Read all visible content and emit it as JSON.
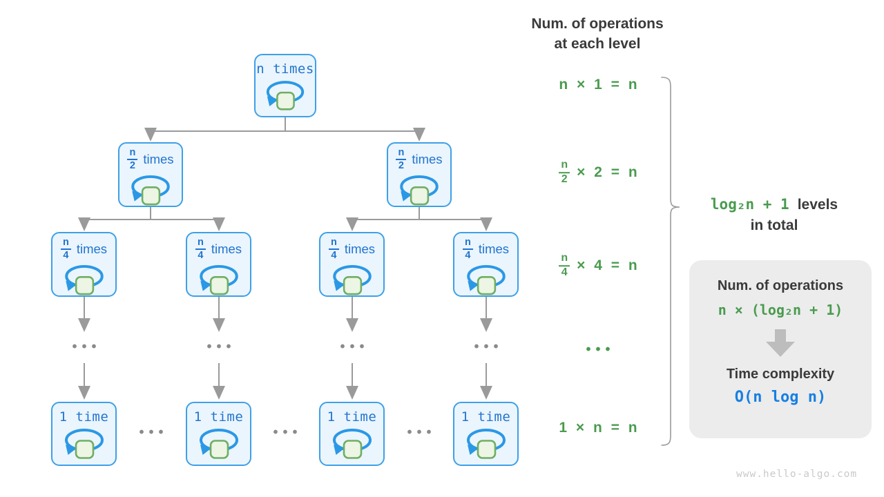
{
  "title": {
    "line1": "Num. of operations",
    "line2": "at each level"
  },
  "tree": {
    "root": {
      "label": "n times"
    },
    "level2": {
      "frac_num": "n",
      "frac_den": "2",
      "suffix": "times"
    },
    "level3": {
      "frac_num": "n",
      "frac_den": "4",
      "suffix": "times"
    },
    "leaf": {
      "label": "1 time"
    },
    "ellipsis": "•••"
  },
  "operations": {
    "row1": "n × 1 = n",
    "row2": {
      "frac_num": "n",
      "frac_den": "2",
      "rest": "× 2 = n"
    },
    "row3": {
      "frac_num": "n",
      "frac_den": "4",
      "rest": "× 4 = n"
    },
    "row4": "•••",
    "row5": "1 × n = n"
  },
  "levels_note": {
    "formula": "log₂n + 1",
    "levels": "levels",
    "line2": "in total"
  },
  "summary": {
    "ops_title": "Num. of operations",
    "formula": "n × (log₂n + 1)",
    "time_title": "Time complexity",
    "complexity": "O(n log n)"
  },
  "watermark": "www.hello-algo.com",
  "colors": {
    "node_fill": "#eaf5fd",
    "node_border": "#3da0e8",
    "node_text": "#2274cf",
    "loop_stroke": "#2b98e5",
    "square_fill": "#edf5e4",
    "square_border": "#6fae63",
    "connector_gray": "#9a9a9a",
    "green": "#4a9b4f",
    "dark_text": "#3a3a3a",
    "complexity_blue": "#177fe3",
    "summary_bg": "#ececec",
    "watermark_gray": "#c9c9c9"
  }
}
